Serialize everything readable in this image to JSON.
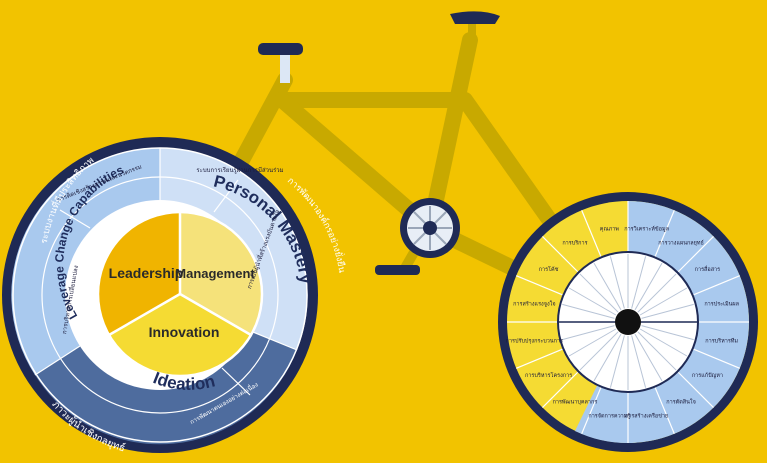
{
  "colors": {
    "background": "#F2C300",
    "frame": "#C8A900",
    "navy": "#1F2A55",
    "light_blue": "#A9C9EE",
    "pale_blue": "#CFE0F6",
    "mid_blue": "#4E6C9E",
    "gold": "#F0B400",
    "pale_yellow": "#F5E27A",
    "yellow": "#F5DB33"
  },
  "front_wheel": {
    "core": {
      "leadership": "Leadership",
      "management": "Management",
      "innovation": "Innovation"
    },
    "rings": {
      "personal_mastery": "Personal Mastery",
      "leverage_change": "Leverage Change Capabilities",
      "ideation": "Ideation"
    },
    "thai_texts": [
      "ระบบการเรียนรู้ผ่านการมีส่วนร่วม",
      "การเป็นผู้นำที่สร้างแรงบันดาลใจ",
      "การพัฒนาตนเองอย่างต่อเนื่อง",
      "การคิดเชิงสร้างสรรค์และนวัตกรรม",
      "การบริหารการเปลี่ยนแปลง",
      "การทำงานเป็นทีม"
    ],
    "outer_texts": [
      "ระบบงานที่มีประสิทธิภาพ",
      "การพัฒนาองค์กรอย่างยั่งยืน",
      "ภาวะผู้นำเชิงกลยุทธ์"
    ]
  },
  "back_wheel": {
    "segments": [
      "การวิเคราะห์ข้อมูล",
      "การวางแผนกลยุทธ์",
      "การสื่อสาร",
      "การประเมินผล",
      "การบริหารทีม",
      "การแก้ปัญหา",
      "การตัดสินใจ",
      "การสร้างเครือข่าย",
      "การจัดการความรู้",
      "การพัฒนาบุคลากร",
      "การบริหารโครงการ",
      "การปรับปรุงกระบวนการ",
      "การสร้างแรงจูงใจ",
      "การโค้ช",
      "การบริการ",
      "คุณภาพ"
    ]
  }
}
